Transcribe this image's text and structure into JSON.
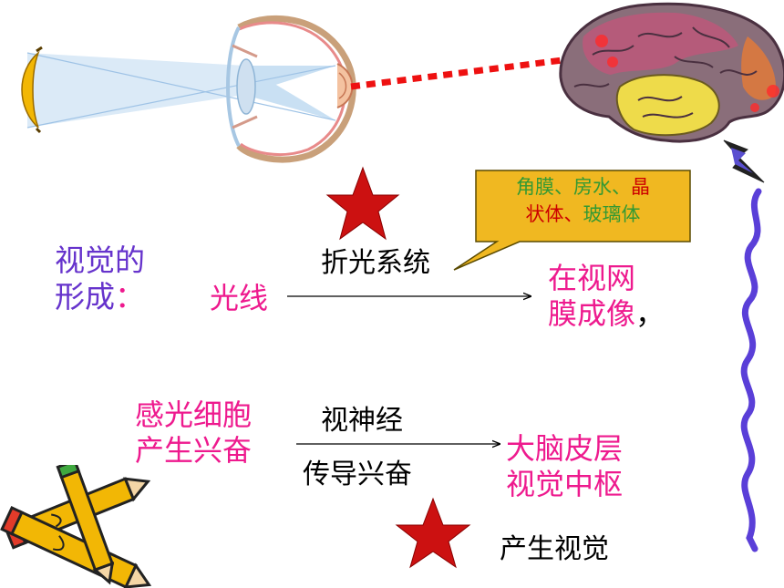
{
  "diagram": {
    "formation_label_line1": "视觉的",
    "formation_label_line2": "形成",
    "formation_colon": "：",
    "light": "光线",
    "refraction_system": "折光系统",
    "retina_line1": "在视网",
    "retina_line2": "膜成像",
    "retina_suffix": "，",
    "photoreceptor_line1": "感光细胞",
    "photoreceptor_line2": "产生兴奋",
    "optic_nerve": "视神经",
    "conduction": "传导兴奋",
    "cortex_line1": "大脑皮层",
    "cortex_line2": "视觉中枢",
    "produce_vision": "产生视觉",
    "callout": {
      "part1": "角膜、房水、",
      "part2": "晶",
      "part3": "状体、",
      "part4": "玻璃体"
    }
  },
  "colors": {
    "purple": "#6633cc",
    "magenta": "#ee1a8e",
    "callout_fill": "#f0b821",
    "callout_red": "#cc0000",
    "callout_green": "#339933",
    "star_red": "#cc1111",
    "dotted_line": "#ee1111"
  },
  "icons": [
    "banana-icon",
    "eye-icon",
    "brain-icon",
    "star-icon",
    "pencils-icon",
    "squiggle-decoration"
  ]
}
